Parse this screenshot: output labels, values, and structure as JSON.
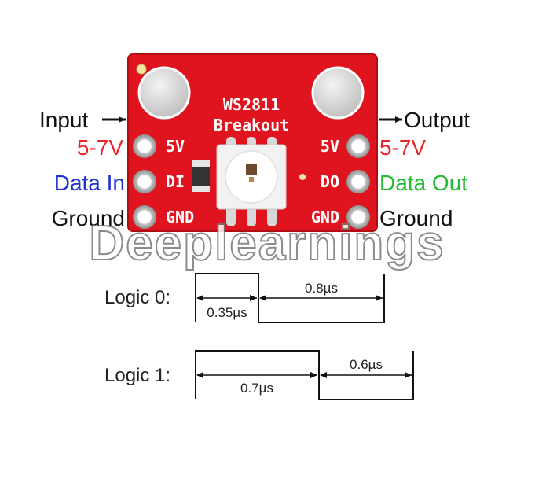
{
  "board": {
    "title": "WS2811",
    "subtitle": "Breakout",
    "pin_left": [
      "5V",
      "DI",
      "GND"
    ],
    "pin_right": [
      "5V",
      "DO",
      "GND"
    ],
    "color": "#e0141e"
  },
  "labels": {
    "input": "Input",
    "output": "Output",
    "voltage_left": "5-7V",
    "voltage_right": "5-7V",
    "data_in": "Data In",
    "data_out": "Data Out",
    "ground_left": "Ground",
    "ground_right": "Ground",
    "colors": {
      "voltage": "#e8262a",
      "data_in": "#2233cc",
      "data_out": "#22bb33",
      "ground": "#111111"
    }
  },
  "watermark": "Deeplearnings",
  "timing": {
    "logic0": {
      "label": "Logic 0:",
      "high": "0.35µs",
      "low": "0.8µs",
      "high_us": 0.35,
      "low_us": 0.8
    },
    "logic1": {
      "label": "Logic 1:",
      "high": "0.7µs",
      "low": "0.6µs",
      "high_us": 0.7,
      "low_us": 0.6
    }
  }
}
